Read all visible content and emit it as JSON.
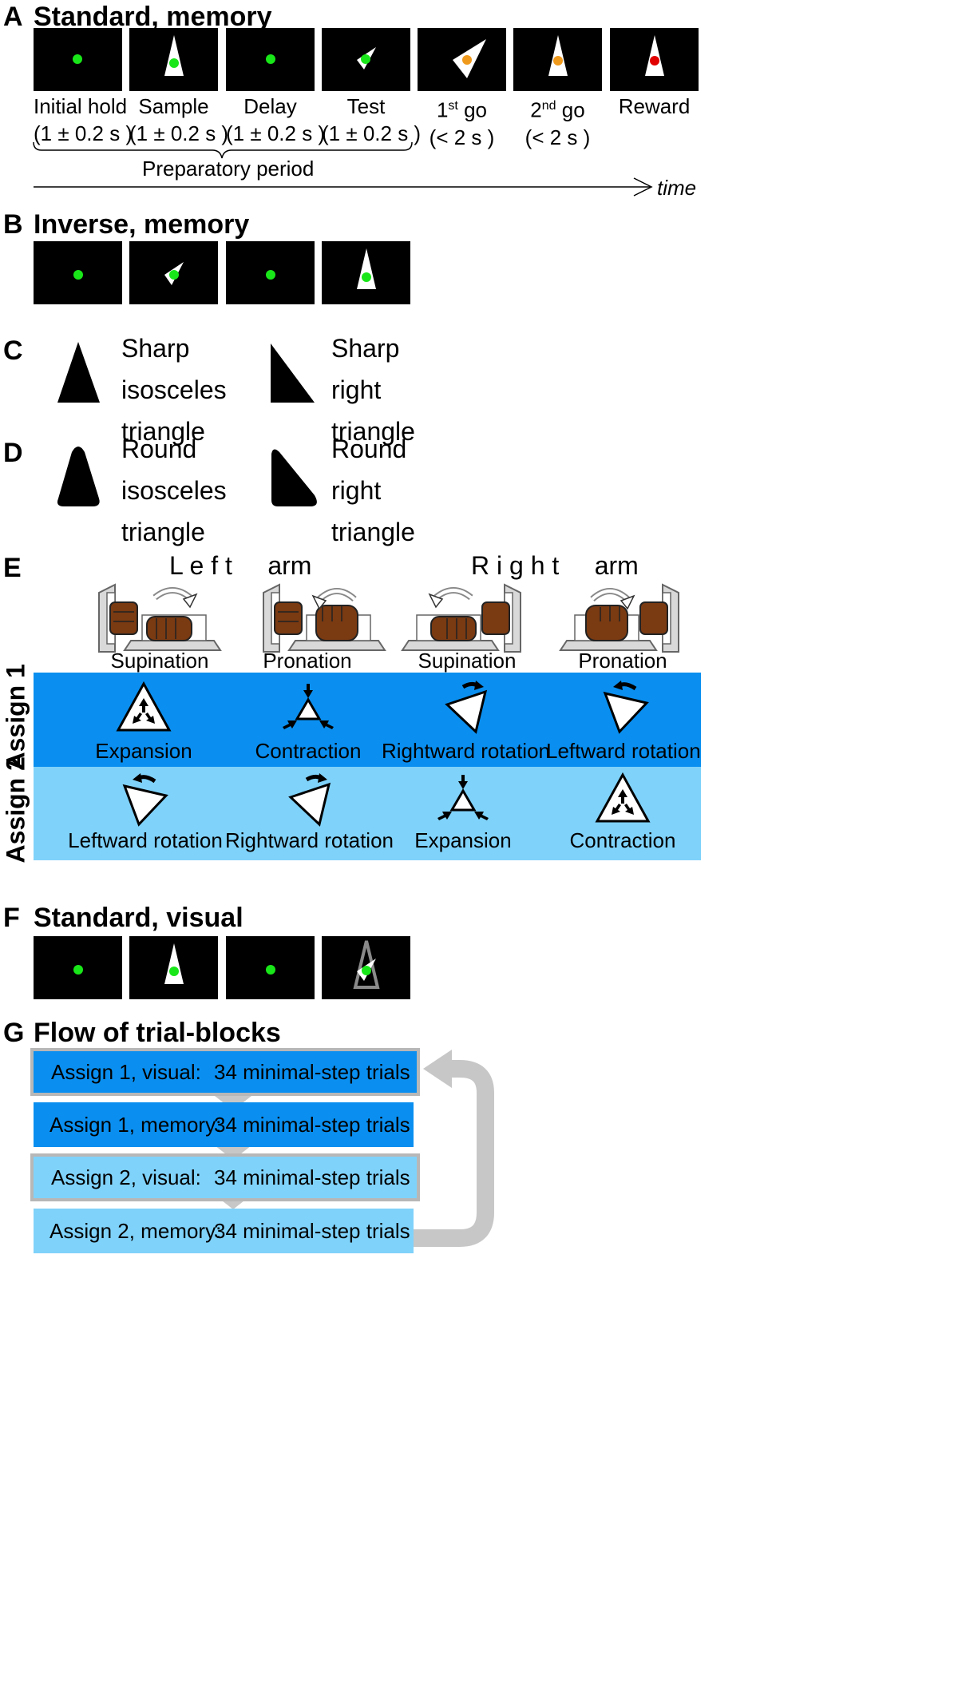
{
  "colors": {
    "background": "#ffffff",
    "screen": "#000000",
    "fixation_green": "#19e619",
    "go_orange": "#f09a1d",
    "reward_red": "#e00000",
    "assign1_blue": "#0a8ff0",
    "assign2_lightblue": "#7fd2fa",
    "arrow_gray": "#c7c7c7",
    "hand_brown": "#7a3a12"
  },
  "panelA": {
    "letter": "A",
    "title": "Standard, memory",
    "frames": [
      {
        "name": "Initial hold",
        "duration": "(1 ± 0.2 s )",
        "content": "fixation-green"
      },
      {
        "name": "Sample",
        "duration": "(1 ± 0.2 s )",
        "content": "isosceles-up-green"
      },
      {
        "name": "Delay",
        "duration": "(1 ± 0.2 s )",
        "content": "fixation-green"
      },
      {
        "name": "Test",
        "duration": "(1 ± 0.2 s )",
        "content": "small-rotated-green"
      },
      {
        "name_main": "1",
        "name_sup": "st",
        "name_tail": " go",
        "duration": "(< 2 s )",
        "content": "rotated-orange"
      },
      {
        "name_main": "2",
        "name_sup": "nd",
        "name_tail": " go",
        "duration": "(< 2 s )",
        "content": "isosceles-up-orange"
      },
      {
        "name": "Reward",
        "duration": "",
        "content": "isosceles-up-red"
      }
    ],
    "preparatory": "Preparatory period",
    "time": "time"
  },
  "panelB": {
    "letter": "B",
    "title": "Inverse, memory",
    "frames": [
      "fixation-green",
      "small-rotated-green",
      "fixation-green",
      "isosceles-up-green"
    ]
  },
  "panelC": {
    "letter": "C",
    "shapes": [
      {
        "lines": [
          "Sharp",
          "isosceles",
          "triangle"
        ]
      },
      {
        "lines": [
          "Sharp",
          "right",
          "triangle"
        ]
      }
    ]
  },
  "panelD": {
    "letter": "D",
    "shapes": [
      {
        "lines": [
          "Round",
          "isosceles",
          "triangle"
        ]
      },
      {
        "lines": [
          "Round",
          "right",
          "triangle"
        ]
      }
    ]
  },
  "panelE": {
    "letter": "E",
    "left_arm": "L e f t     arm",
    "right_arm": "R i g h t     arm",
    "postures": [
      "Supination",
      "Pronation",
      "Supination",
      "Pronation"
    ],
    "assign1": {
      "label": "Assign 1",
      "movements": [
        "Expansion",
        "Contraction",
        "Rightward rotation",
        "Leftward rotation"
      ]
    },
    "assign2": {
      "label": "Assign 2",
      "movements": [
        "Leftward rotation",
        "Rightward rotation",
        "Expansion",
        "Contraction"
      ]
    }
  },
  "panelF": {
    "letter": "F",
    "title": "Standard, visual",
    "frames": [
      "fixation-green",
      "isosceles-up-green",
      "fixation-green",
      "overlay-gray-green"
    ]
  },
  "panelG": {
    "letter": "G",
    "title": "Flow of trial-blocks",
    "blocks": [
      {
        "condition": "Assign 1, visual:",
        "trials": "34 minimal-step trials",
        "color": "#0a8ff0",
        "outlined": true
      },
      {
        "condition": "Assign 1, memory:",
        "trials": "34 minimal-step trials",
        "color": "#0a8ff0",
        "outlined": false
      },
      {
        "condition": "Assign 2, visual:",
        "trials": "34 minimal-step trials",
        "color": "#7fd2fa",
        "outlined": true
      },
      {
        "condition": "Assign 2, memory:",
        "trials": "34 minimal-step trials",
        "color": "#7fd2fa",
        "outlined": false
      }
    ]
  }
}
